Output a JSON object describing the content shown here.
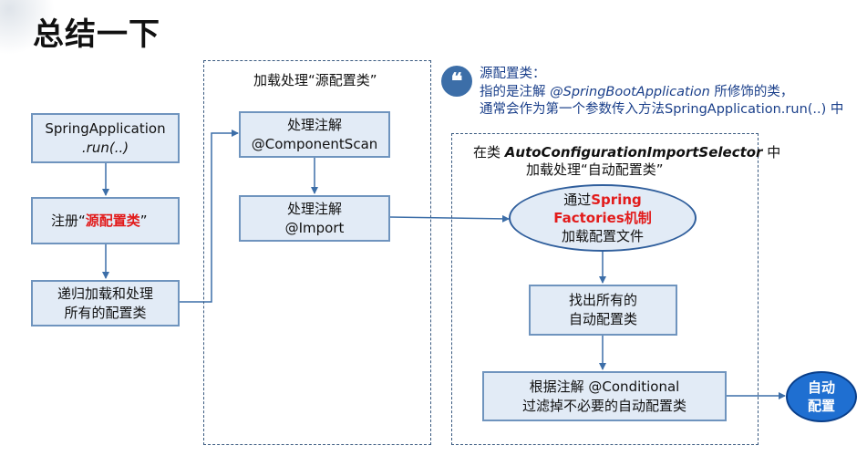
{
  "title": "总结一下",
  "note": {
    "icon": "quote-icon",
    "line1": "源配置类：",
    "line2_pre": "指的是注解 ",
    "line2_em": "@SpringBootApplication",
    "line2_post": " 所修饰的类，",
    "line3": "通常会作为第一个参数传入方法SpringApplication.run(..) 中"
  },
  "left": {
    "box1": {
      "line1": "SpringApplication",
      "line2": ".run(..)"
    },
    "box2": {
      "pre": "注册“",
      "red": "源配置类",
      "post": "”"
    },
    "box3": {
      "line1": "递归加载和处理",
      "line2": "所有的配置类"
    }
  },
  "middle": {
    "label": "加载处理“源配置类”",
    "box1": {
      "line1": "处理注解",
      "line2": "@ComponentScan"
    },
    "box2": {
      "line1": "处理注解",
      "line2": "@Import"
    }
  },
  "right": {
    "label_pre": "在类 ",
    "label_em": "AutoConfigurationImportSelector",
    "label_post": " 中",
    "label2": "加载处理“自动配置类”",
    "ellipse": {
      "pre": "通过",
      "red1": "Spring",
      "red2": "Factories机制",
      "line3": "加载配置文件"
    },
    "box1": {
      "line1": "找出所有的",
      "line2": "自动配置类"
    },
    "box2": {
      "line1": "根据注解 @Conditional",
      "line2": "过滤掉不必要的自动配置类"
    }
  },
  "output": {
    "line1": "自动",
    "line2": "配置"
  },
  "colors": {
    "box_fill": "#e2ebf6",
    "box_border": "#6f94be",
    "arrow": "#3c6ea8",
    "highlight": "#e21b1b",
    "output_fill": "#1f6fd1"
  }
}
